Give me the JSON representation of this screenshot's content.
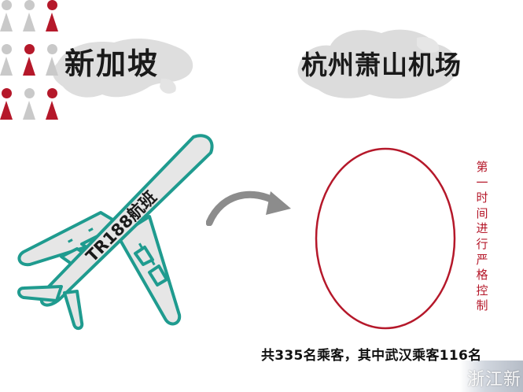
{
  "origin": {
    "label": "新加坡"
  },
  "destination": {
    "label": "杭州萧山机场"
  },
  "flight": {
    "label": "TR188航班"
  },
  "side_note": {
    "text": "第一时间进行严格控制"
  },
  "caption": {
    "text": "共335名乘客，其中武汉乘客116名"
  },
  "watermark": {
    "text": "浙江新"
  },
  "colors": {
    "accent_red": "#b5182a",
    "person_grey": "#c9c9c9",
    "plane_body": "#e6e6e6",
    "plane_outline": "#1f9b8f",
    "map_grey": "#dcdcdc",
    "arrow_grey": "#8c8c8c"
  },
  "passenger_grid": {
    "rows": 3,
    "cols": 3,
    "icons": [
      [
        "grey",
        "grey",
        "red"
      ],
      [
        "grey",
        "red",
        "grey"
      ],
      [
        "red",
        "grey",
        "red"
      ]
    ],
    "note": "icon-name: person-icon"
  }
}
